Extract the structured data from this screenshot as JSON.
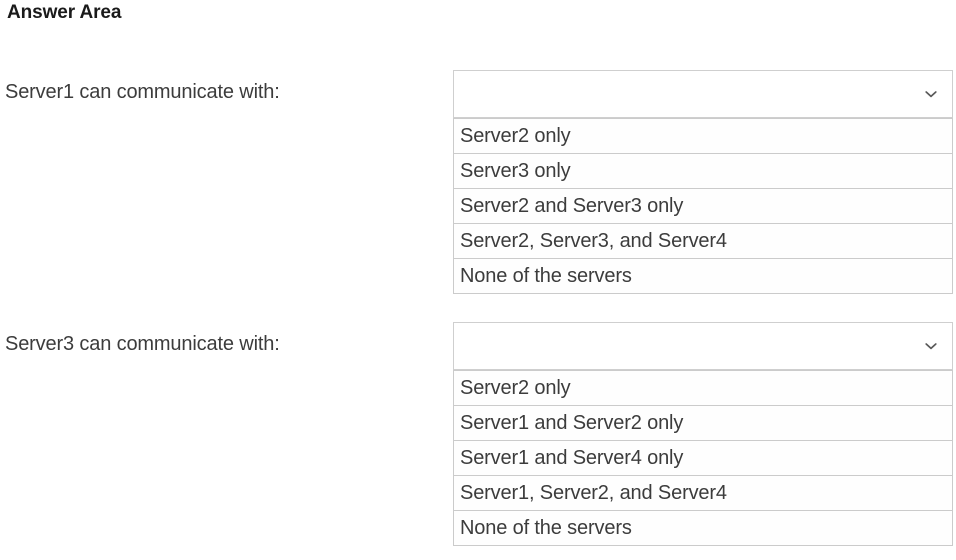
{
  "page": {
    "title": "Answer Area",
    "background": "#ffffff",
    "text_color": "#3c3c3c",
    "border_color": "#cbcbcb"
  },
  "questions": [
    {
      "label": "Server1 can communicate with:",
      "dropdown": {
        "selected_value": "",
        "expanded": true,
        "chevron_icon": "chevron-down-icon",
        "options": [
          "Server2 only",
          "Server3 only",
          "Server2 and Server3 only",
          "Server2, Server3, and Server4",
          "None of the servers"
        ]
      }
    },
    {
      "label": "Server3 can communicate with:",
      "dropdown": {
        "selected_value": "",
        "expanded": true,
        "chevron_icon": "chevron-down-icon",
        "options": [
          "Server2 only",
          "Server1 and Server2 only",
          "Server1 and Server4 only",
          "Server1, Server2, and Server4",
          "None of the servers"
        ]
      }
    }
  ]
}
